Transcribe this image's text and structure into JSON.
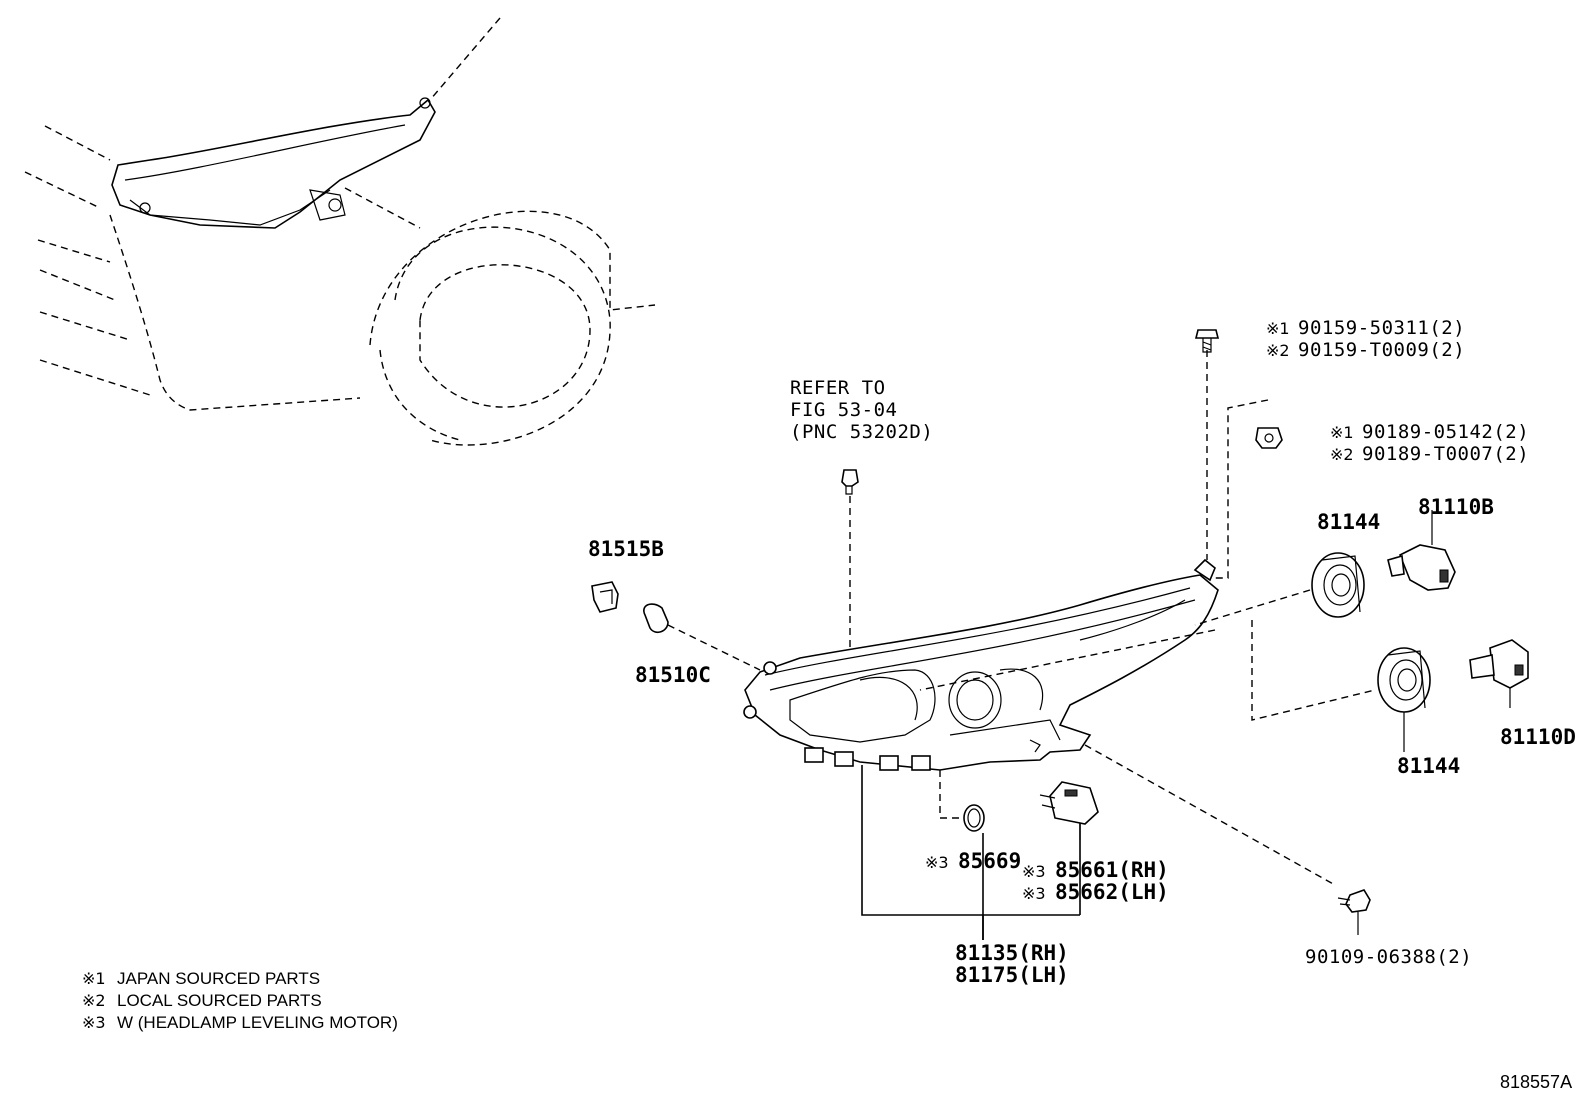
{
  "diagram_id": "818557A",
  "refer": {
    "line1": "REFER TO",
    "line2": "FIG 53-04",
    "line3": "(PNC 53202D)"
  },
  "parts": {
    "screw_a1": {
      "mark": "※1",
      "number": "90159-50311(2)"
    },
    "screw_a2": {
      "mark": "※2",
      "number": "90159-T0009(2)"
    },
    "nut_b1": {
      "mark": "※1",
      "number": "90189-05142(2)"
    },
    "nut_b2": {
      "mark": "※2",
      "number": "90189-T0007(2)"
    },
    "socket_81515b": {
      "number": "81515B"
    },
    "bulb_81510c": {
      "number": "81510C"
    },
    "cover_81144_top": {
      "number": "81144"
    },
    "cover_81144_bottom": {
      "number": "81144"
    },
    "bulb_81110b": {
      "number": "81110B"
    },
    "bulb_81110d": {
      "number": "81110D"
    },
    "oring_85669": {
      "mark": "※3",
      "number": "85669"
    },
    "motor_rh": {
      "mark": "※3",
      "number": "85661(RH)"
    },
    "motor_lh": {
      "mark": "※3",
      "number": "85662(LH)"
    },
    "assy_rh": {
      "number": "81135(RH)"
    },
    "assy_lh": {
      "number": "81175(LH)"
    },
    "bolt_90109": {
      "number": "90109-06388(2)"
    }
  },
  "notes": [
    {
      "mark": "※1",
      "text": "JAPAN SOURCED PARTS"
    },
    {
      "mark": "※2",
      "text": "LOCAL SOURCED PARTS"
    },
    {
      "mark": "※3",
      "text": "W (HEADLAMP LEVELING MOTOR)"
    }
  ]
}
